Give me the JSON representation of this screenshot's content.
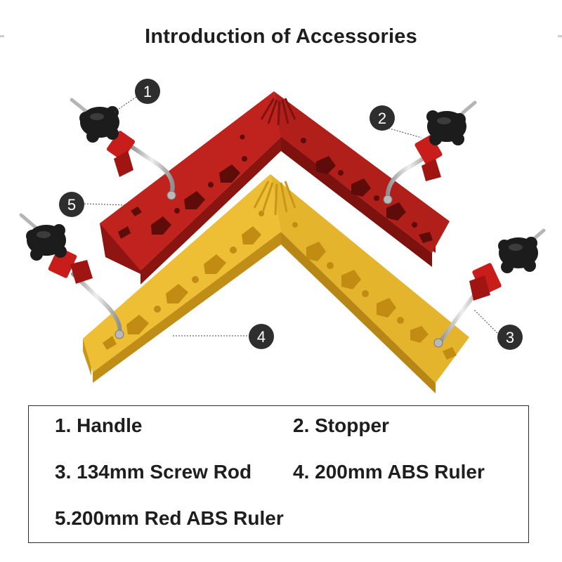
{
  "title": "Introduction of Accessories",
  "callouts": [
    "1",
    "2",
    "3",
    "4",
    "5"
  ],
  "legend": [
    "1. Handle",
    "2. Stopper",
    "3. 134mm Screw Rod",
    "4. 200mm ABS Ruler",
    "5.200mm Red ABS Ruler"
  ],
  "colors": {
    "red_ruler": "#b8211c",
    "yellow_ruler": "#e9b92e",
    "stopper": "#c81d1a",
    "knob": "#1c1c1c",
    "rod": "#c9c9c9",
    "callout": "#2e2e2e"
  }
}
